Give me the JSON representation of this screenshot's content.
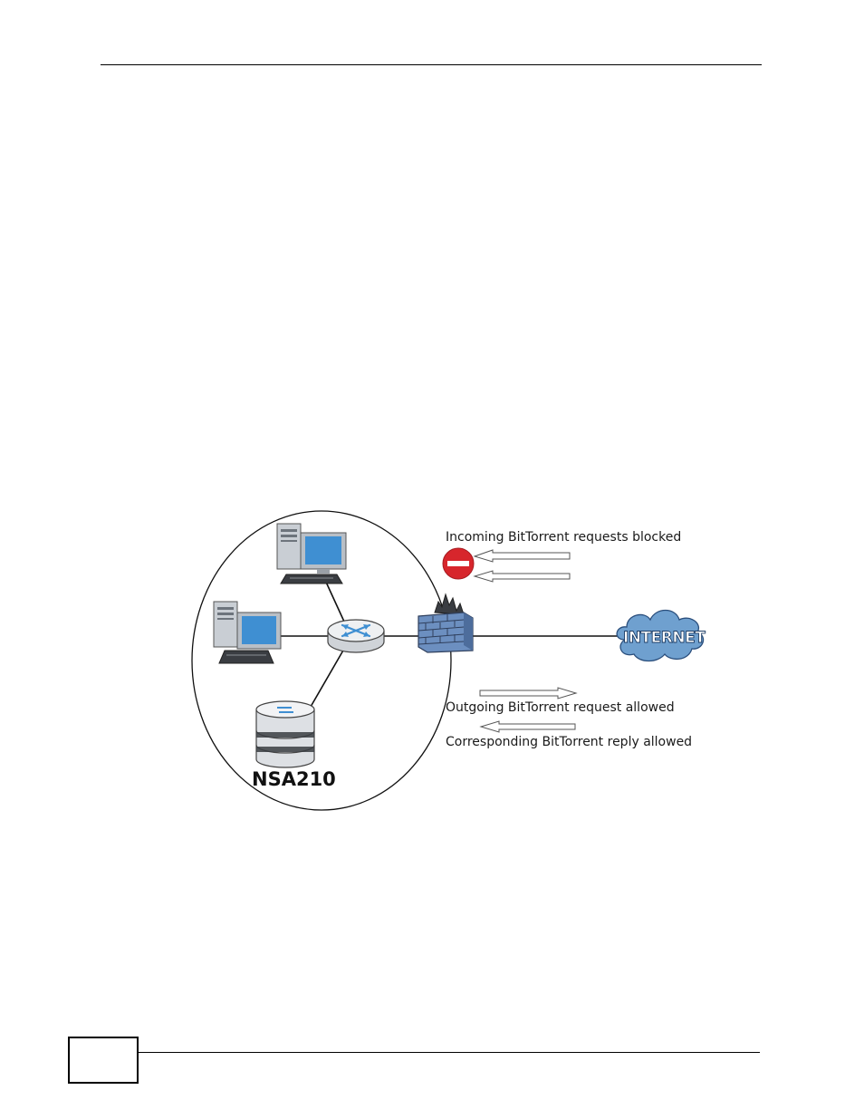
{
  "diagram": {
    "incoming_label": "Incoming BitTorrent requests blocked",
    "outgoing_label": "Outgoing BitTorrent request allowed",
    "reply_label": "Corresponding BitTorrent reply allowed",
    "nas_label": "NSA210",
    "internet_label": "INTERNET"
  },
  "icons": {
    "block": "no-entry-icon",
    "computer": "computer-icon",
    "router": "router-icon",
    "firewall": "firewall-icon",
    "nas": "nas-icon",
    "cloud": "cloud-icon"
  },
  "colors": {
    "block_red": "#d7262c",
    "monitor_blue": "#3f8fd2",
    "firewall_blue": "#6c8fc0",
    "cloud_blue": "#6fa0cf"
  }
}
